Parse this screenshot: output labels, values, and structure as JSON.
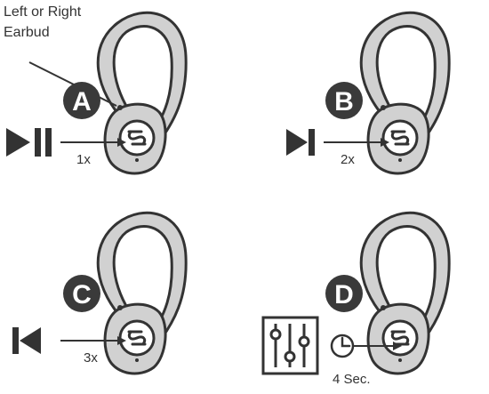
{
  "hint": {
    "line1": "Left or Right",
    "line2": "Earbud"
  },
  "panels": [
    {
      "letter": "A",
      "icon": "play-pause-icon",
      "presses": "1x"
    },
    {
      "letter": "B",
      "icon": "next-track-icon",
      "presses": "2x"
    },
    {
      "letter": "C",
      "icon": "previous-track-icon",
      "presses": "3x"
    },
    {
      "letter": "D",
      "icon": "equalizer-icon",
      "timer_icon": "clock-icon",
      "presses": "4 Sec."
    }
  ],
  "colors": {
    "earbud_fill": "#d1d1d1",
    "outline": "#333333",
    "badge": "#3a3a3a",
    "button_face": "#ffffff"
  }
}
